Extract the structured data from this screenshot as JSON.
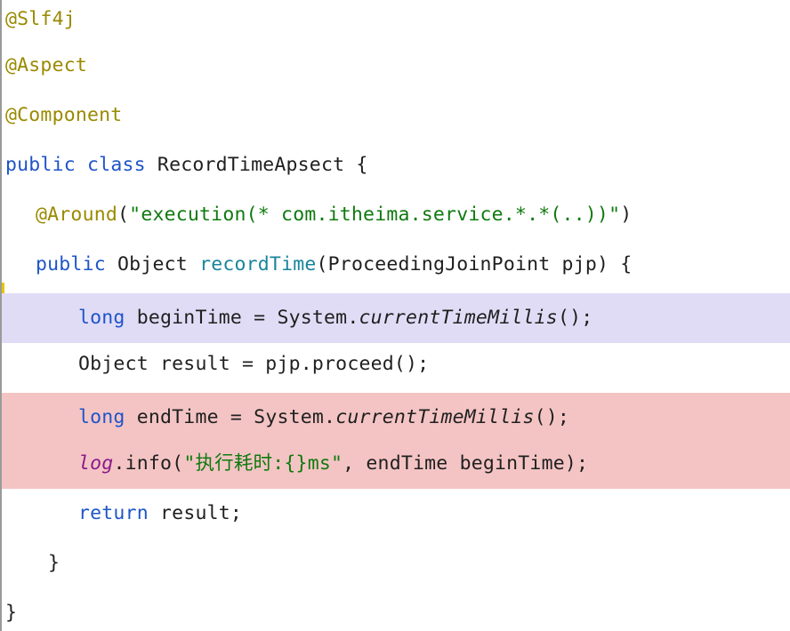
{
  "code": {
    "l1": {
      "ann": "@Slf4j"
    },
    "l2": {
      "ann": "@Aspect"
    },
    "l3": {
      "ann": "@Component"
    },
    "l4": {
      "kw1": "public",
      "kw2": "class",
      "name": "RecordTimeApsect",
      "brace": "{"
    },
    "l5": {
      "ann": "@Around",
      "open": "(",
      "str": "\"execution(* com.itheima.service.*.*(..))\"",
      "close": ")"
    },
    "l6": {
      "kw": "public",
      "type": "Object",
      "fn": "recordTime",
      "params": "(ProceedingJoinPoint pjp) {"
    },
    "l7": {
      "kw": "long",
      "left": "beginTime = System.",
      "method": "currentTimeMillis",
      "end": "();"
    },
    "l8": {
      "text": "Object result = pjp.proceed();"
    },
    "l9": {
      "kw": "long",
      "left": "endTime = System.",
      "method": "currentTimeMillis",
      "end": "();"
    },
    "l10": {
      "field": "log",
      "mid": ".info(",
      "str": "\"执行耗时:{}ms\"",
      "end": ", endTime beginTime);"
    },
    "l11": {
      "kw": "return",
      "text": "result;"
    },
    "l12": {
      "text": "}"
    },
    "l13": {
      "text": "}"
    }
  }
}
